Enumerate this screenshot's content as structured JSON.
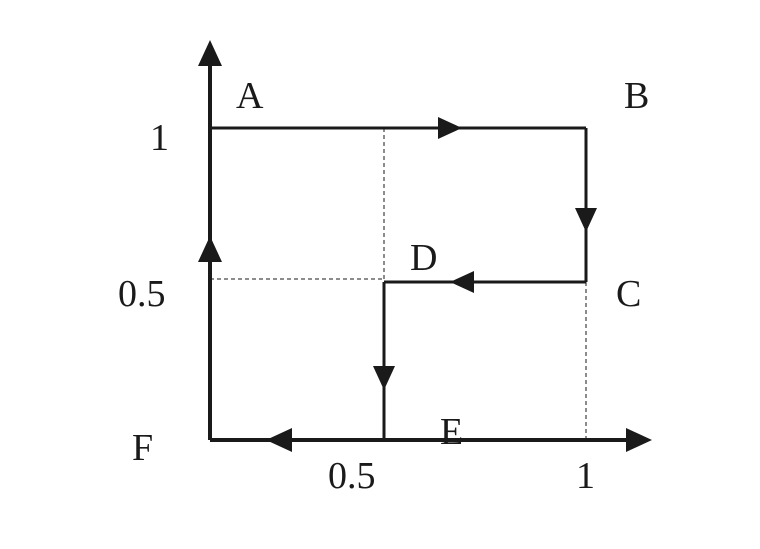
{
  "points": {
    "A": "A",
    "B": "B",
    "C": "C",
    "D": "D",
    "E": "E",
    "F": "F"
  },
  "ticks": {
    "x_half": "0.5",
    "x_one": "1",
    "y_half": "0.5",
    "y_one": "1"
  },
  "path_order": [
    "A",
    "B",
    "C",
    "D",
    "E",
    "F",
    "A"
  ],
  "colors": {
    "ink": "#1a1a1a",
    "background": "#ffffff"
  }
}
